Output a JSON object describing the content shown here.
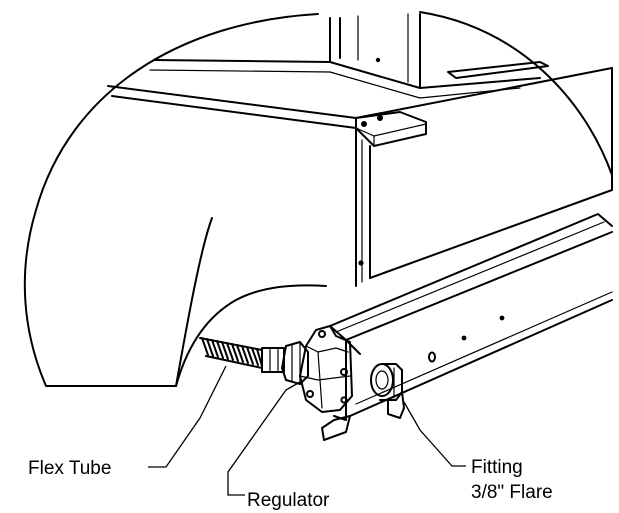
{
  "callouts": {
    "flex_tube": "Flex Tube",
    "regulator": "Regulator",
    "fitting_line1": "Fitting",
    "fitting_line2": "3/8\" Flare"
  },
  "colors": {
    "line": "#000000",
    "background": "#ffffff"
  }
}
